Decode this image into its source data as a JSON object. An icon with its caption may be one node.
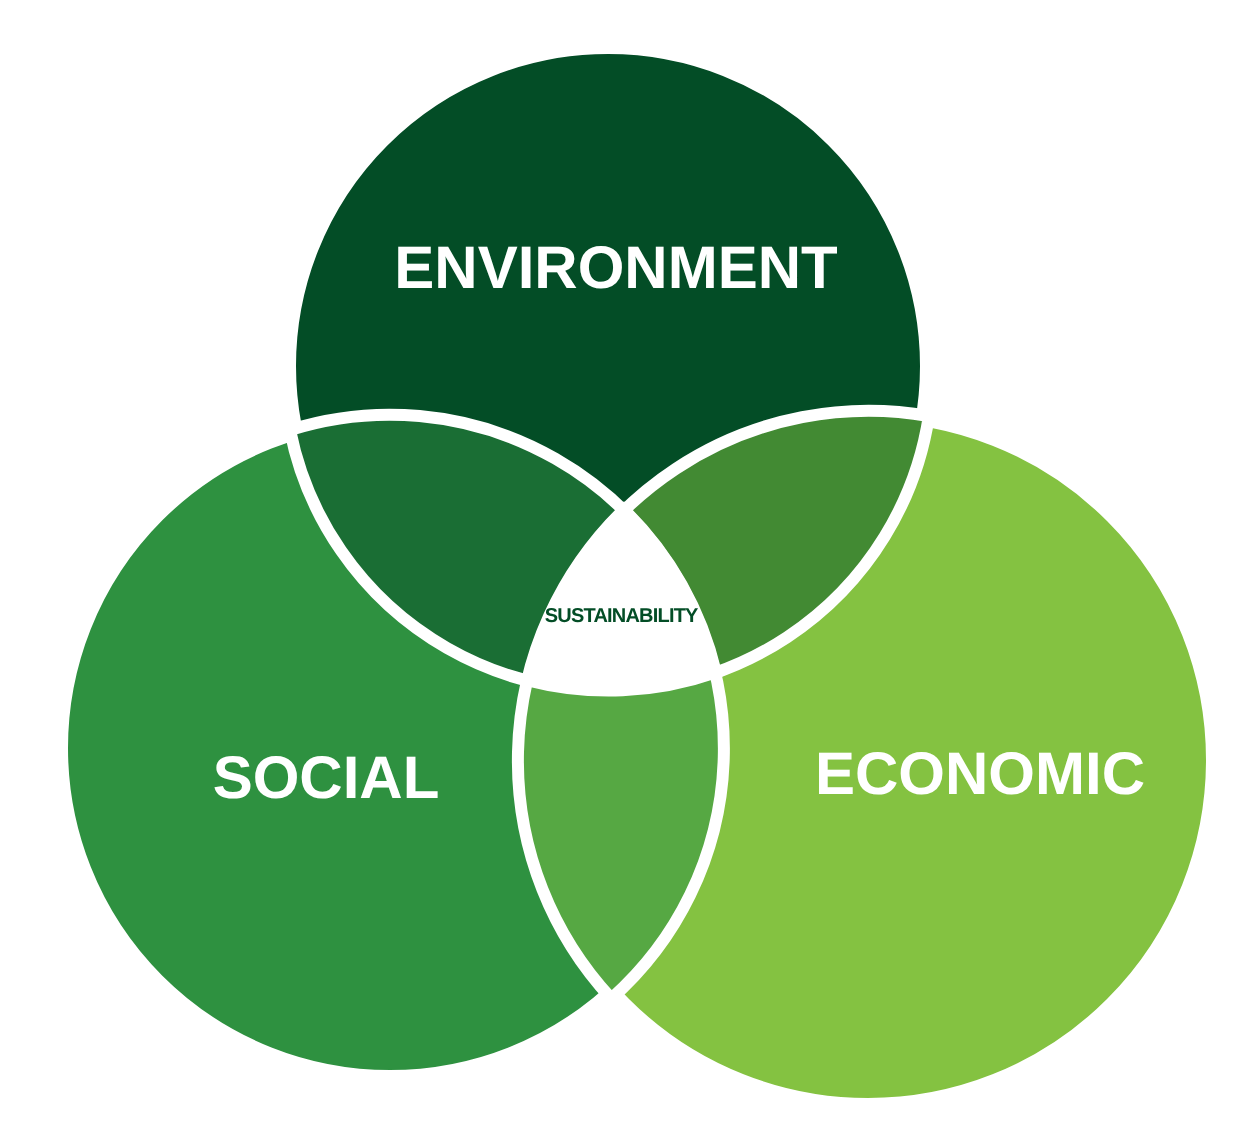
{
  "diagram": {
    "nodes": [
      {
        "text": [
          "ENVIRONMENT"
        ]
      },
      {
        "text": [
          "SOCIAL"
        ]
      },
      {
        "text": [
          "ECONOMIC"
        ]
      },
      {
        "text": [
          "SUSTAINABILITY"
        ]
      },
      {
        "text": [],
        "shape": "lens"
      },
      {
        "text": [],
        "shape": "lens"
      },
      {
        "text": [],
        "shape": "lens"
      }
    ]
  }
}
